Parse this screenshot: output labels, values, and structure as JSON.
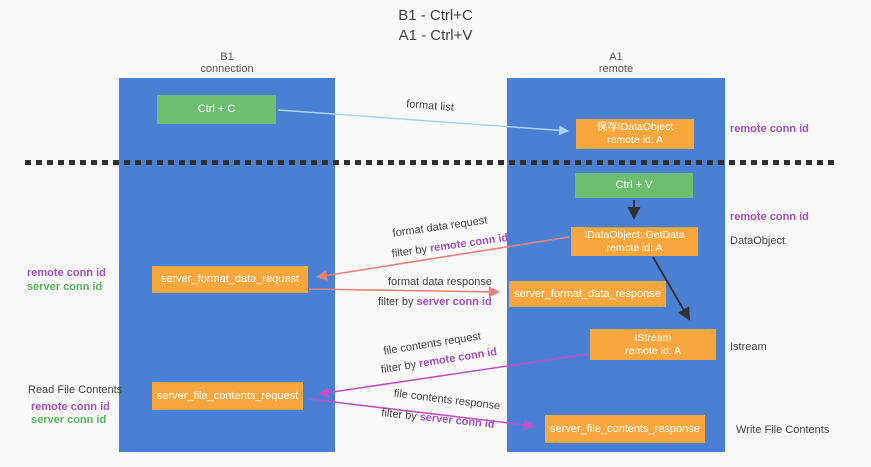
{
  "title": {
    "line1": "B1 - Ctrl+C",
    "line2": "A1 - Ctrl+V"
  },
  "left_column": {
    "header": {
      "line1": "B1",
      "line2": "connection"
    }
  },
  "right_column": {
    "header": {
      "line1": "A1",
      "line2": "remote"
    }
  },
  "boxes": {
    "ctrl_c": {
      "label": "Ctrl + C"
    },
    "ctrl_v": {
      "label": "Ctrl + V"
    },
    "save_idataobject": {
      "line1": "保存IDataObject",
      "line2": "remote id: A"
    },
    "idataobject_getdata": {
      "line1": "IDataObject::GetData",
      "line2": "remote id: A"
    },
    "istream": {
      "line1": "IStream",
      "line2": "remote id: A"
    },
    "server_format_data_request": {
      "label": "server_format_data_request"
    },
    "server_format_data_response": {
      "label": "server_format_data_response"
    },
    "server_file_contents_request": {
      "label": "server_file_contents_request"
    },
    "server_file_contents_response": {
      "label": "server_file_contents_response"
    }
  },
  "arrow_labels": {
    "format_list": "format list",
    "format_data_request": "format data request",
    "filter_by_remote_1": {
      "prefix": "filter by ",
      "highlight": "remote conn id"
    },
    "format_data_response": "format data response",
    "filter_by_server_1": {
      "prefix": "filter by ",
      "highlight": "server conn id"
    },
    "file_contents_request": "file contents request",
    "filter_by_remote_2": {
      "prefix": "filter by ",
      "highlight": "remote conn id"
    },
    "file_contents_response": "file contents response",
    "filter_by_server_2": {
      "prefix": "filter by ",
      "highlight": "server conn id"
    }
  },
  "side_labels": {
    "right_remote_conn_id_top": "remote conn id",
    "right_remote_conn_id_mid": "remote conn id",
    "right_dataobject": "DataObject",
    "right_istream": "Istream",
    "right_write_file_contents": "Write File Contents",
    "left_remote_conn_id_1": "remote conn id",
    "left_server_conn_id_1": "server conn id",
    "left_read_file_contents": "Read File Contents",
    "left_remote_conn_id_2": "remote conn id",
    "left_server_conn_id_2": "server conn id"
  },
  "colors": {
    "column_blue": "#4a80d4",
    "box_green": "#6dbf6f",
    "box_orange": "#f8a73e",
    "arrow_salmon": "#e8827a",
    "arrow_magenta": "#c24fc9",
    "arrow_lightblue": "#a8d3f0",
    "arrow_black": "#303030",
    "text_purple": "#a34fbe",
    "text_green": "#55b45b"
  }
}
